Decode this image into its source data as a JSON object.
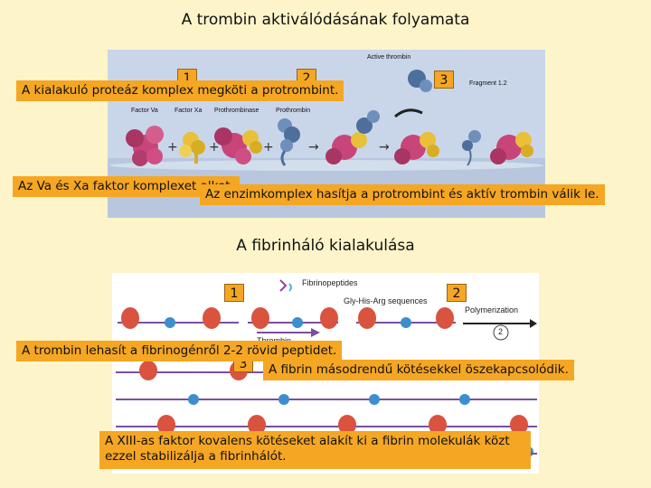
{
  "section1": {
    "title": "A trombin aktiválódásának folyamata",
    "steps": [
      "1",
      "2",
      "3"
    ],
    "captions": {
      "step1": "A kialakuló proteáz komplex megköti a protrombint.",
      "step2": "Az Va és Xa faktor komplexet alkot.",
      "step3": "Az enzimkomplex hasítja a protrombint és aktív trombin válik le."
    },
    "figure_labels": {
      "factor_va": "Factor Va",
      "factor_xa": "Factor Xa",
      "prothrombinase": "Prothrombinase",
      "prothrombin": "Prothrombin",
      "active_thrombin": "Active thrombin",
      "fragment": "Fragment 1.2"
    }
  },
  "section2": {
    "title": "A fibrinháló kialakulása",
    "steps": [
      "1",
      "2",
      "3"
    ],
    "captions": {
      "step1": "A trombin lehasít a fibrinogénről 2-2 rövid peptidet.",
      "step2": "A fibrin másodrendű kötésekkel öszekapcsolódik.",
      "step3": "A XIII-as faktor kovalens kötéseket alakít ki a fibrin molekulák közt ezzel stabilizálja a fibrinhálót."
    },
    "figure_labels": {
      "fibrinopeptides": "Fibrinopeptides",
      "gly_his_arg": "Gly-His-Arg sequences",
      "thrombin": "Thrombin",
      "polymerization": "Polymerization",
      "circle_two": "2"
    }
  },
  "colors": {
    "background": "#fdf4c9",
    "caption_box": "#f5a623",
    "panel1": "#c9d6ea",
    "va_protein": "#c8457a",
    "xa_protein": "#e8c03a",
    "prothrombin": "#4e6f9c"
  }
}
